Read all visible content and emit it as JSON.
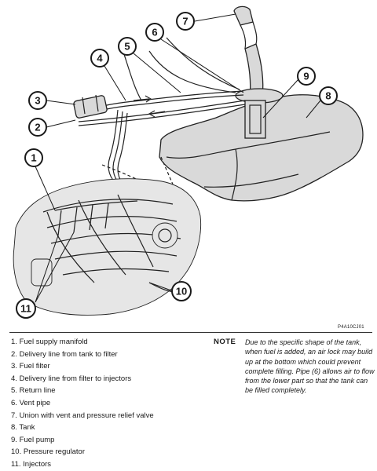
{
  "figure": {
    "code": "P4A10CJ01"
  },
  "callouts": [
    "1",
    "2",
    "3",
    "4",
    "5",
    "6",
    "7",
    "8",
    "9",
    "10",
    "11"
  ],
  "legend": [
    {
      "num": "1.",
      "text": "Fuel supply manifold"
    },
    {
      "num": "2.",
      "text": "Delivery line from tank to filter"
    },
    {
      "num": "3.",
      "text": "Fuel filter"
    },
    {
      "num": "4.",
      "text": "Delivery line from filter to injectors"
    },
    {
      "num": "5.",
      "text": "Return line"
    },
    {
      "num": "6.",
      "text": "Vent pipe"
    },
    {
      "num": "7.",
      "text": "Union with vent and pressure relief valve"
    },
    {
      "num": "8.",
      "text": "Tank"
    },
    {
      "num": "9.",
      "text": "Fuel pump"
    },
    {
      "num": "10.",
      "text": "Pressure regulator"
    },
    {
      "num": "11.",
      "text": "Injectors"
    }
  ],
  "note": {
    "label": "NOTE",
    "text": "Due to the specific shape of the tank, when fuel is added, an air lock may build up at the bottom which could prevent complete filling. Pipe (6) allows air to flow from the lower part so that the tank can be filled completely."
  }
}
